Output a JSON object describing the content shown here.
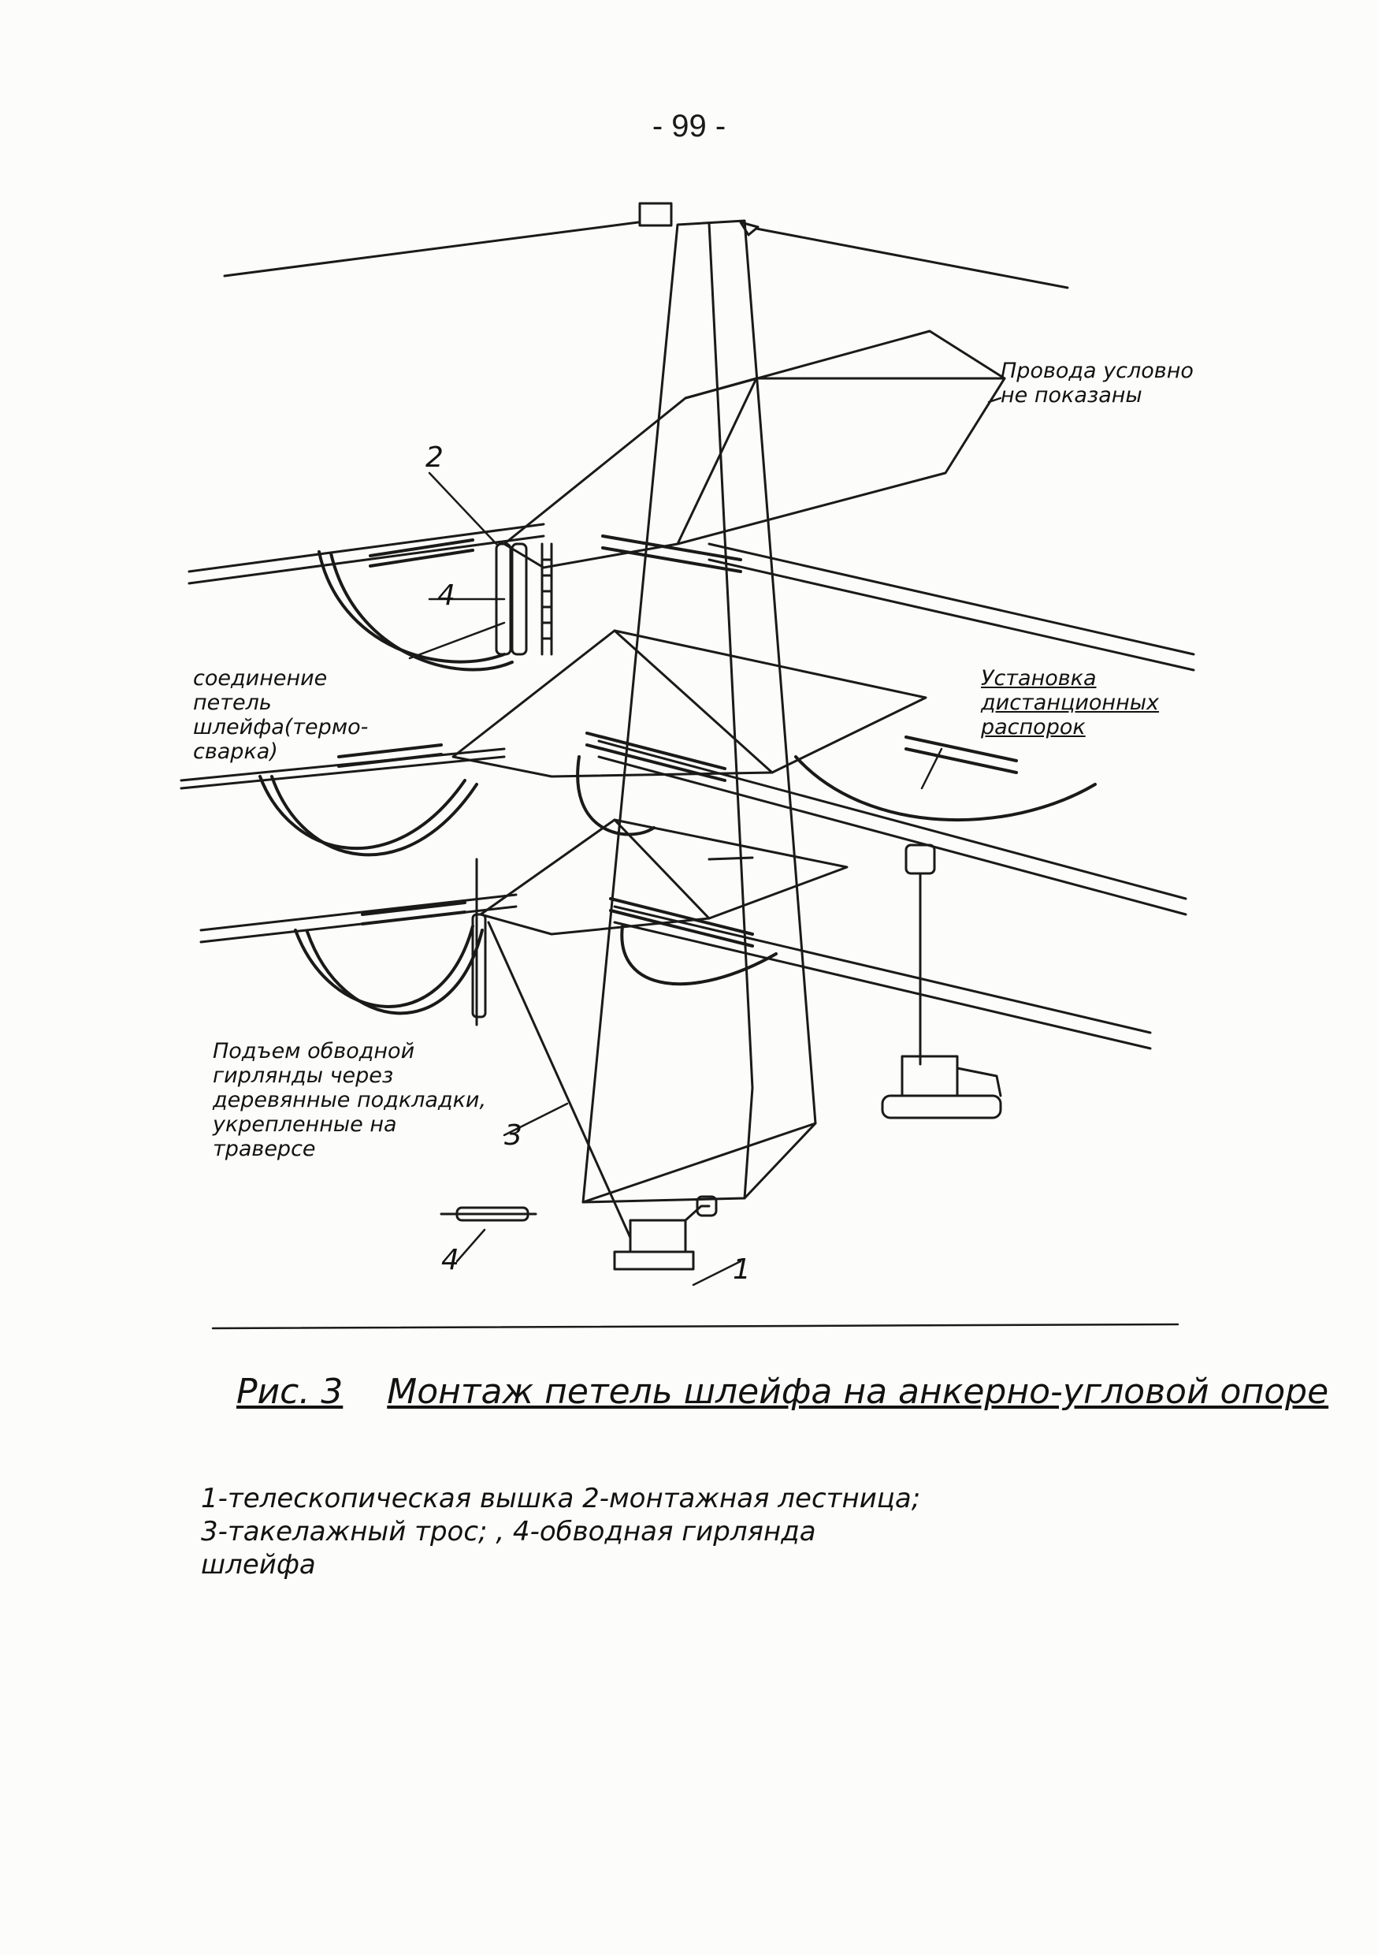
{
  "page_number": "- 99 -",
  "labels": {
    "wires_note": "Провода условно не показаны",
    "loop_joint": "соединение петель шлейфа(термо-сварка)",
    "spacer_install": "Установка дистанционных распорок",
    "garland_lift": "Подъем обводной гирлянды через деревянные подкладки, укрепленные на траверсе",
    "callout_1": "1",
    "callout_2": "2",
    "callout_3": "3",
    "callout_4_upper": "4",
    "callout_4_lower": "4"
  },
  "caption": {
    "prefix": "Рис. 3",
    "title": "Монтаж петель шлейфа на анкерно-угловой опоре"
  },
  "legend": {
    "line1": "1-телескопическая вышка  2-монтажная лестница;",
    "line2": "3-такелажный трос;    , 4-обводная гирлянда",
    "line3": "шлейфа"
  }
}
